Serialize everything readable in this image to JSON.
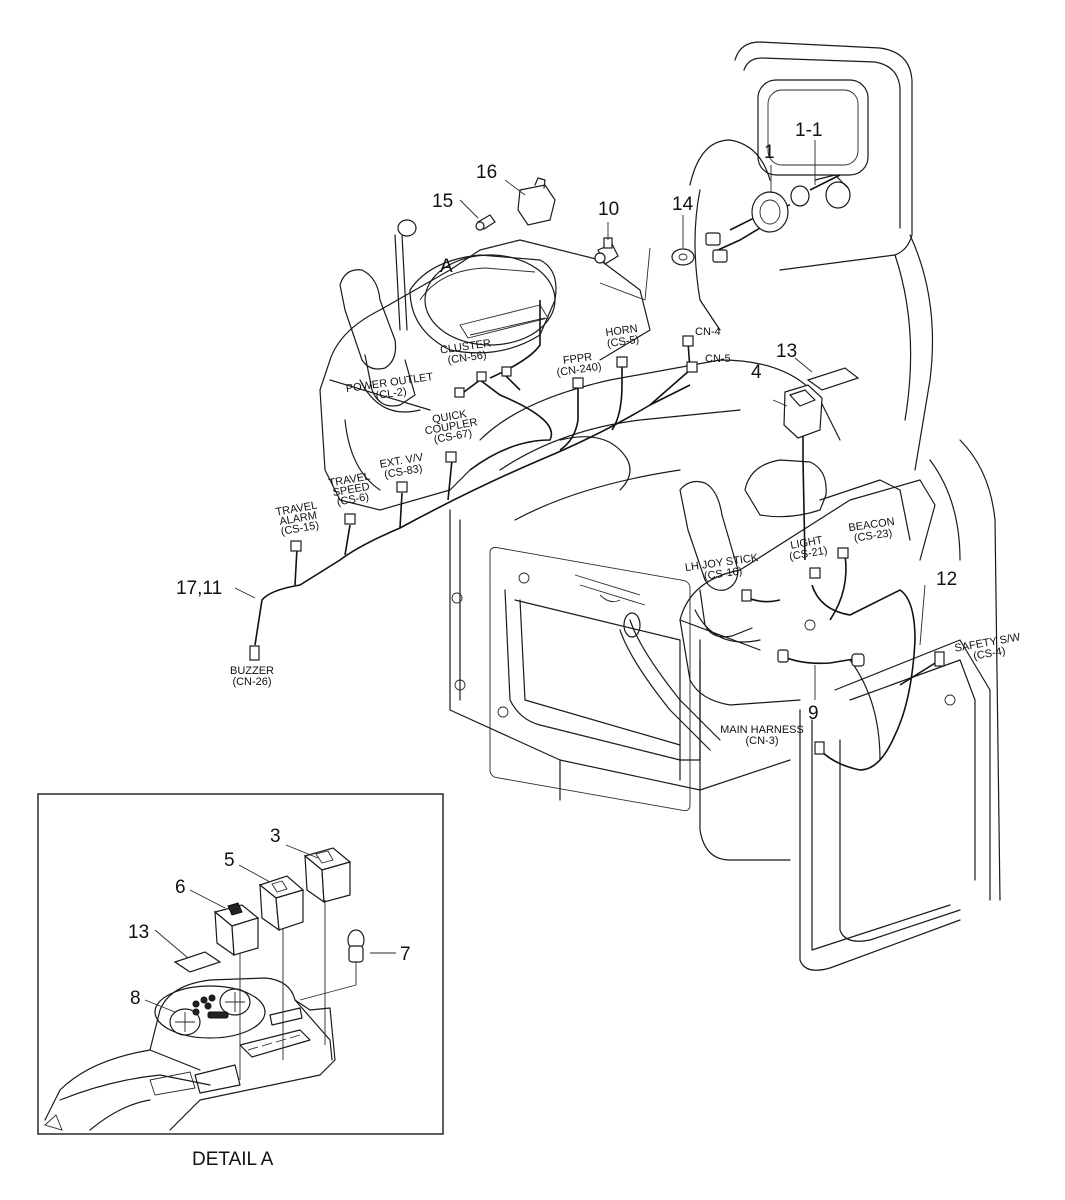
{
  "callouts": {
    "c1": "1",
    "c1_1": "1-1",
    "c14": "14",
    "c10": "10",
    "c16": "16",
    "c15": "15",
    "cA": "A",
    "c13": "13",
    "c4": "4",
    "c12": "12",
    "c9": "9",
    "c17_11": "17,11"
  },
  "connectors": {
    "cluster": [
      "CLUSTER",
      "(CN-56)"
    ],
    "power_outlet": [
      "POWER OUTLET",
      "(CL-2)"
    ],
    "horn": [
      "HORN",
      "(CS-5)"
    ],
    "cn4": "CN-4",
    "cn5": "CN-5",
    "fppr": [
      "FPPR",
      "(CN-240)"
    ],
    "quick_coupler": [
      "QUICK",
      "COUPLER",
      "(CS-67)"
    ],
    "ext_vv": [
      "EXT. V/V",
      "(CS-83)"
    ],
    "travel_speed": [
      "TRAVEL",
      "SPEED",
      "(CS-6)"
    ],
    "travel_alarm": [
      "TRAVEL",
      "ALARM",
      "(CS-15)"
    ],
    "buzzer": [
      "BUZZER",
      "(CN-26)"
    ],
    "light": [
      "LIGHT",
      "(CS-21)"
    ],
    "beacon": [
      "BEACON",
      "(CS-23)"
    ],
    "lh_joystick": [
      "LH JOY STICK",
      "(CS-16)"
    ],
    "safety_sw": [
      "SAFETY S/W",
      "(CS-4)"
    ],
    "main_harness": [
      "MAIN HARNESS",
      "(CN-3)"
    ]
  },
  "detail": {
    "caption": "DETAIL A",
    "c3": "3",
    "c5": "5",
    "c6": "6",
    "c13": "13",
    "c7": "7",
    "c8": "8"
  }
}
